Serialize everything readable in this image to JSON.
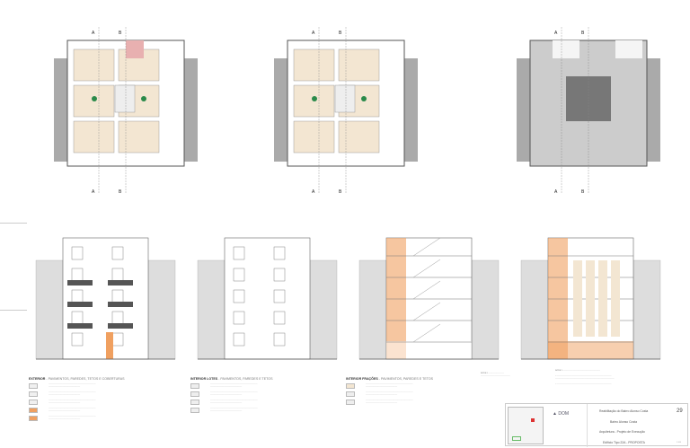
{
  "sheet": {
    "legend": [
      {
        "title": "EXTERIOR",
        "subtitle": " - PAVIMENTOS, PAREDES, TETOS E COBERTURAS",
        "swatches": [
          "#f0f0f0",
          "#f0f0f0",
          "#f0f0f0",
          "#f0a060",
          "#f0a060"
        ]
      },
      {
        "title": "INTERIOR LOTES",
        "subtitle": " - PAVIMENTOS, PAREDES E TETOS",
        "swatches": [
          "#eeeeee",
          "#eeeeee",
          "#eeeeee",
          "#eeeeee"
        ]
      },
      {
        "title": "INTERIOR FRAÇÕES",
        "subtitle": " - PAVIMENTOS, PAREDES E TETOS",
        "swatches": [
          "#f3e6d2",
          "#eeeeee",
          "#eeeeee"
        ]
      }
    ],
    "notes": {
      "title1": "NOTA 1",
      "title2": "NOTA 2"
    },
    "title_block": {
      "project": "Reabilitação do Bairro Alonso Costa",
      "location": "Bairro Alonso Costa",
      "phase": "Arquitetura - Projeto de Execução",
      "drawing": "Edifício Tipo 22A - PROPOSTA",
      "sheet_number": "29",
      "scale": "1:100",
      "logo_text": "DOM"
    },
    "section_marks": {
      "a": "A",
      "b": "B"
    },
    "colors": {
      "accent": "#f0a060",
      "wall": "#555555",
      "shade": "#999999",
      "floor": "#f3e6d2"
    }
  }
}
